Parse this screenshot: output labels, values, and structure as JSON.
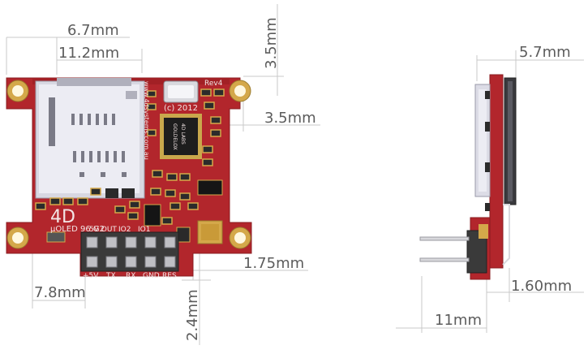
{
  "dimensions": {
    "top_left_width": "6.7mm",
    "card_slot_width": "11.2mm",
    "top_height": "3.5mm",
    "right_offset": "3.5mm",
    "side_thickness": "5.7mm",
    "bottom_header_offset": "1.75mm",
    "bottom_left_offset": "7.8mm",
    "bottom_height": "2.4mm",
    "side_pcb_thickness": "1.60mm",
    "side_depth": "11mm"
  },
  "board": {
    "revision": "Rev4",
    "copyright": "(c) 2012",
    "logo": "4D",
    "model": "µOLED 96 G2",
    "chip": "GOLDELOX",
    "chip_code": "4D LABS",
    "website": "www.4dsystems.com.au",
    "header_top_labels": [
      "5V OUT",
      "IO2",
      "IO1"
    ],
    "pin_labels": [
      "+5V",
      "TX",
      "RX",
      "GND",
      "RES"
    ],
    "colors": {
      "pcb": "#b2262c",
      "pad": "#d4a84a",
      "card": "#e9e9f0",
      "header": "#3a3a3a"
    }
  }
}
